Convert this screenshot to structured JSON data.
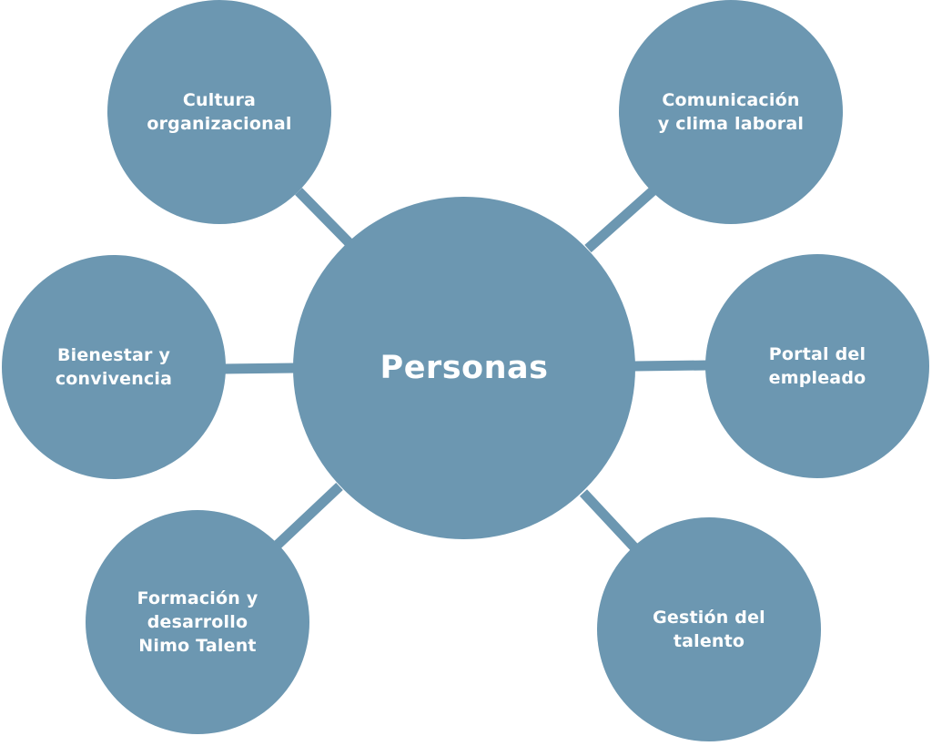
{
  "colors": {
    "node_fill": "#6c97b1",
    "connector": "#6c97b1",
    "text": "#ffffff",
    "background": "#ffffff"
  },
  "center": {
    "label": "Personas"
  },
  "nodes": {
    "cultura": "Cultura\norganizacional",
    "comunicacion": "Comunicación\ny clima laboral",
    "bienestar": "Bienestar y\nconvivencia",
    "portal": "Portal del\nempleado",
    "formacion": "Formación y\ndesarrollo\nNimo Talent",
    "gestion": "Gestión del\ntalento"
  }
}
